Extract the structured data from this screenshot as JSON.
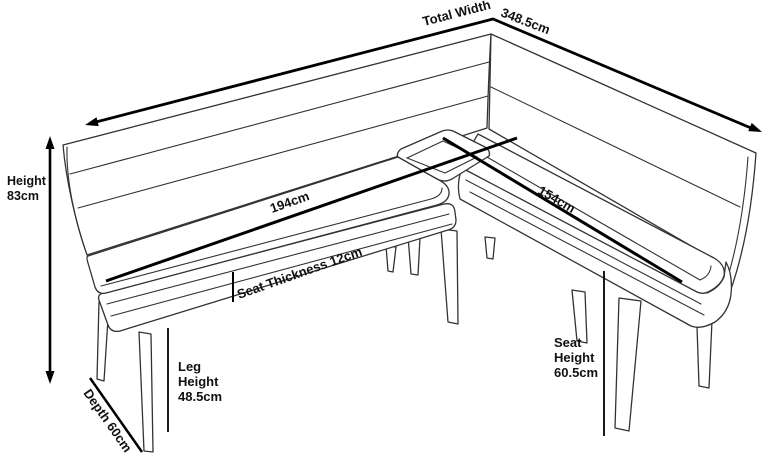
{
  "page": {
    "background": "#ffffff",
    "description_note": ""
  },
  "dims": {
    "total_width": {
      "label": "Total Width",
      "value": "348.5cm"
    },
    "height": {
      "label": "Height",
      "value": "83cm"
    },
    "seat_long": {
      "value": "194cm"
    },
    "seat_short": {
      "value": "154cm"
    },
    "seat_thickness": {
      "label": "Seat Thickness 12cm"
    },
    "leg_height": {
      "line1": "Leg",
      "line2": "Height",
      "line3": "48.5cm"
    },
    "seat_height": {
      "line1": "Seat",
      "line2": "Height",
      "line3": "60.5cm"
    },
    "depth": {
      "label": "Depth 60cm"
    }
  },
  "colors": {
    "background": "#ffffff",
    "drawing_line": "#333333",
    "dimension_line": "#000000",
    "text": "#111111"
  }
}
